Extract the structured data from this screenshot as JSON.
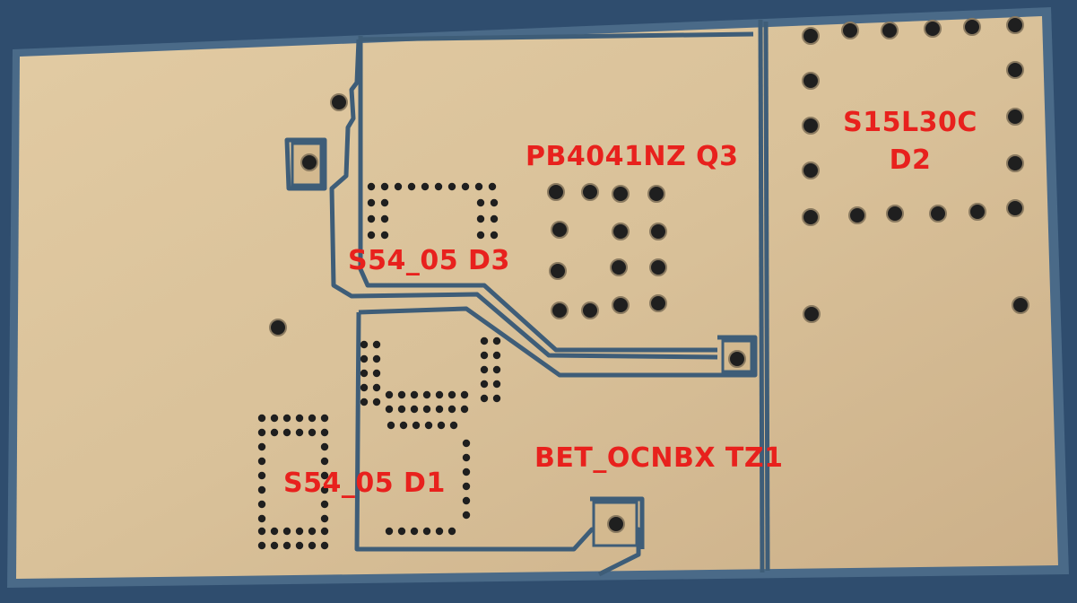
{
  "photo": {
    "subject": "pcb-copper-pour-backside",
    "colors": {
      "background": "#2f4d6e",
      "board_copper": "#dcc39b",
      "trace_gap": "#3e5d78",
      "via_hole": "#1c1c1c",
      "label_text": "#e8211d"
    }
  },
  "labels": {
    "q3": "PB4041NZ Q3",
    "d2_line1": "S15L30C",
    "d2_line2": "D2",
    "d3": "S54_05 D3",
    "tz1": "BET_OCNBX TZ1",
    "d1": "S54_05 D1"
  }
}
